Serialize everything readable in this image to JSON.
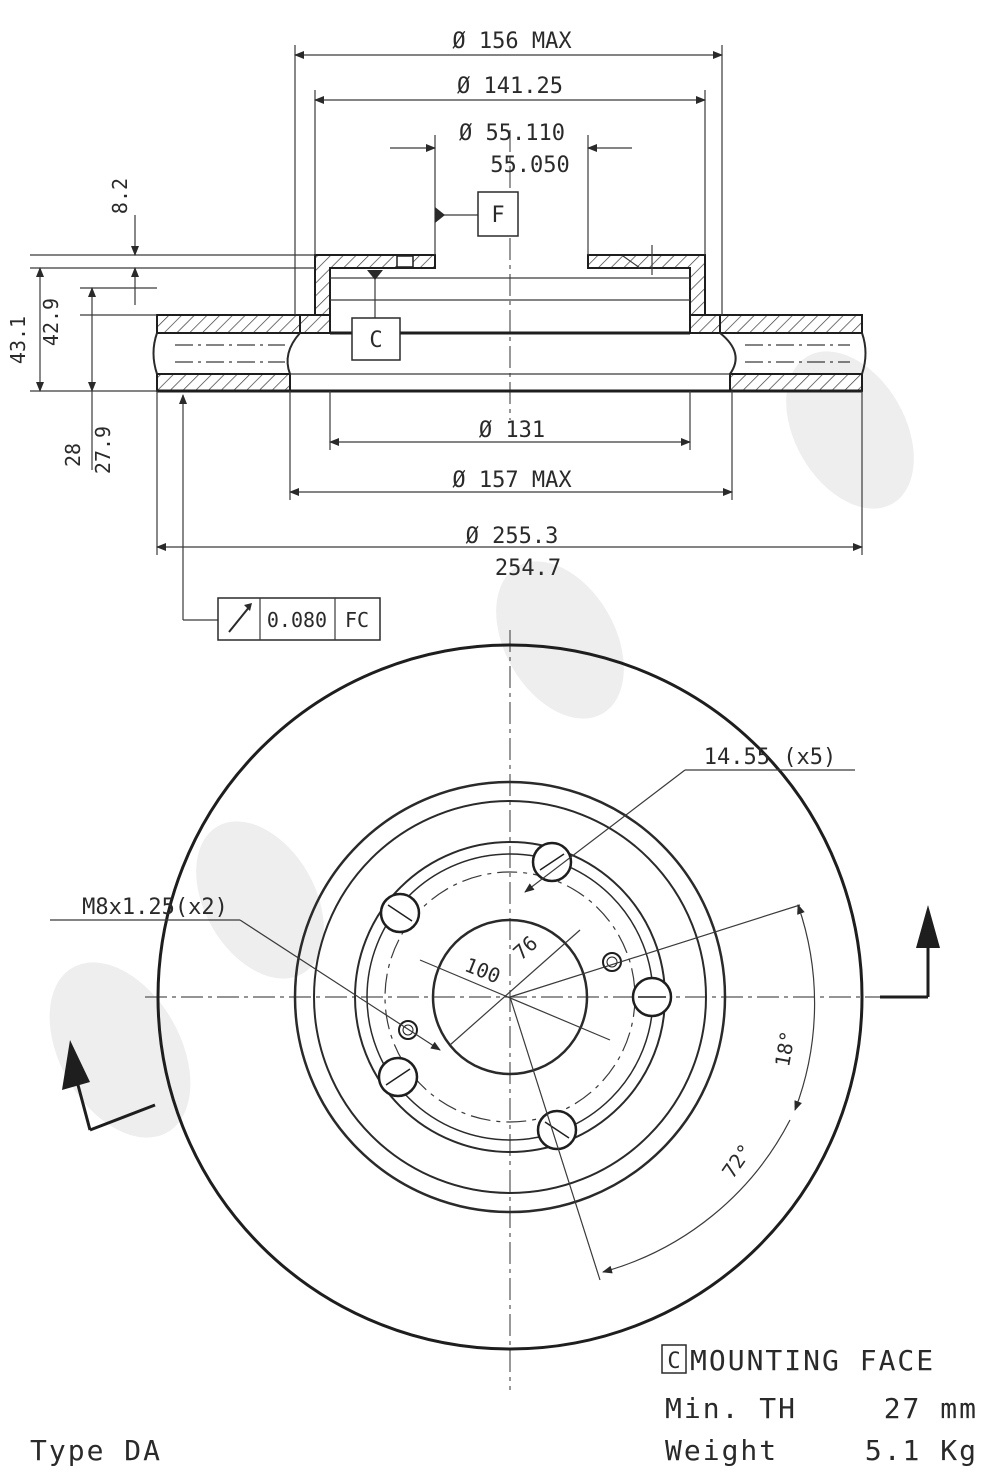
{
  "dimensions": {
    "d_max_top": "Ø 156 MAX",
    "d_141": "Ø 141.25",
    "d_centering_max": "Ø 55.110",
    "d_centering_min": "55.050",
    "hub_thickness": "8.2",
    "height_max": "43.1",
    "height_min": "42.9",
    "disc_th_max": "28",
    "disc_th_min": "27.9",
    "d_131": "Ø 131",
    "d_157": "Ø 157 MAX",
    "outer_max": "Ø 255.3",
    "outer_min": "254.7",
    "pcd_100": "100",
    "pcd_76": "76",
    "angle_72": "72°",
    "angle_18": "18°"
  },
  "datums": {
    "f": "F",
    "c": "C"
  },
  "tolerance": {
    "symbol": "runout-arrow-icon",
    "value": "0.080",
    "datum": "FC"
  },
  "callouts": {
    "bolt_holes": "14.55 (x5)",
    "threads": "M8x1.25(x2)"
  },
  "notes": {
    "mounting_face_symbol": "C",
    "mounting_face": "MOUNTING FACE",
    "min_th_label": "Min. TH",
    "min_th_value": "27 mm",
    "weight_label": "Weight",
    "weight_value": "5.1 Kg",
    "type": "Type DA"
  }
}
